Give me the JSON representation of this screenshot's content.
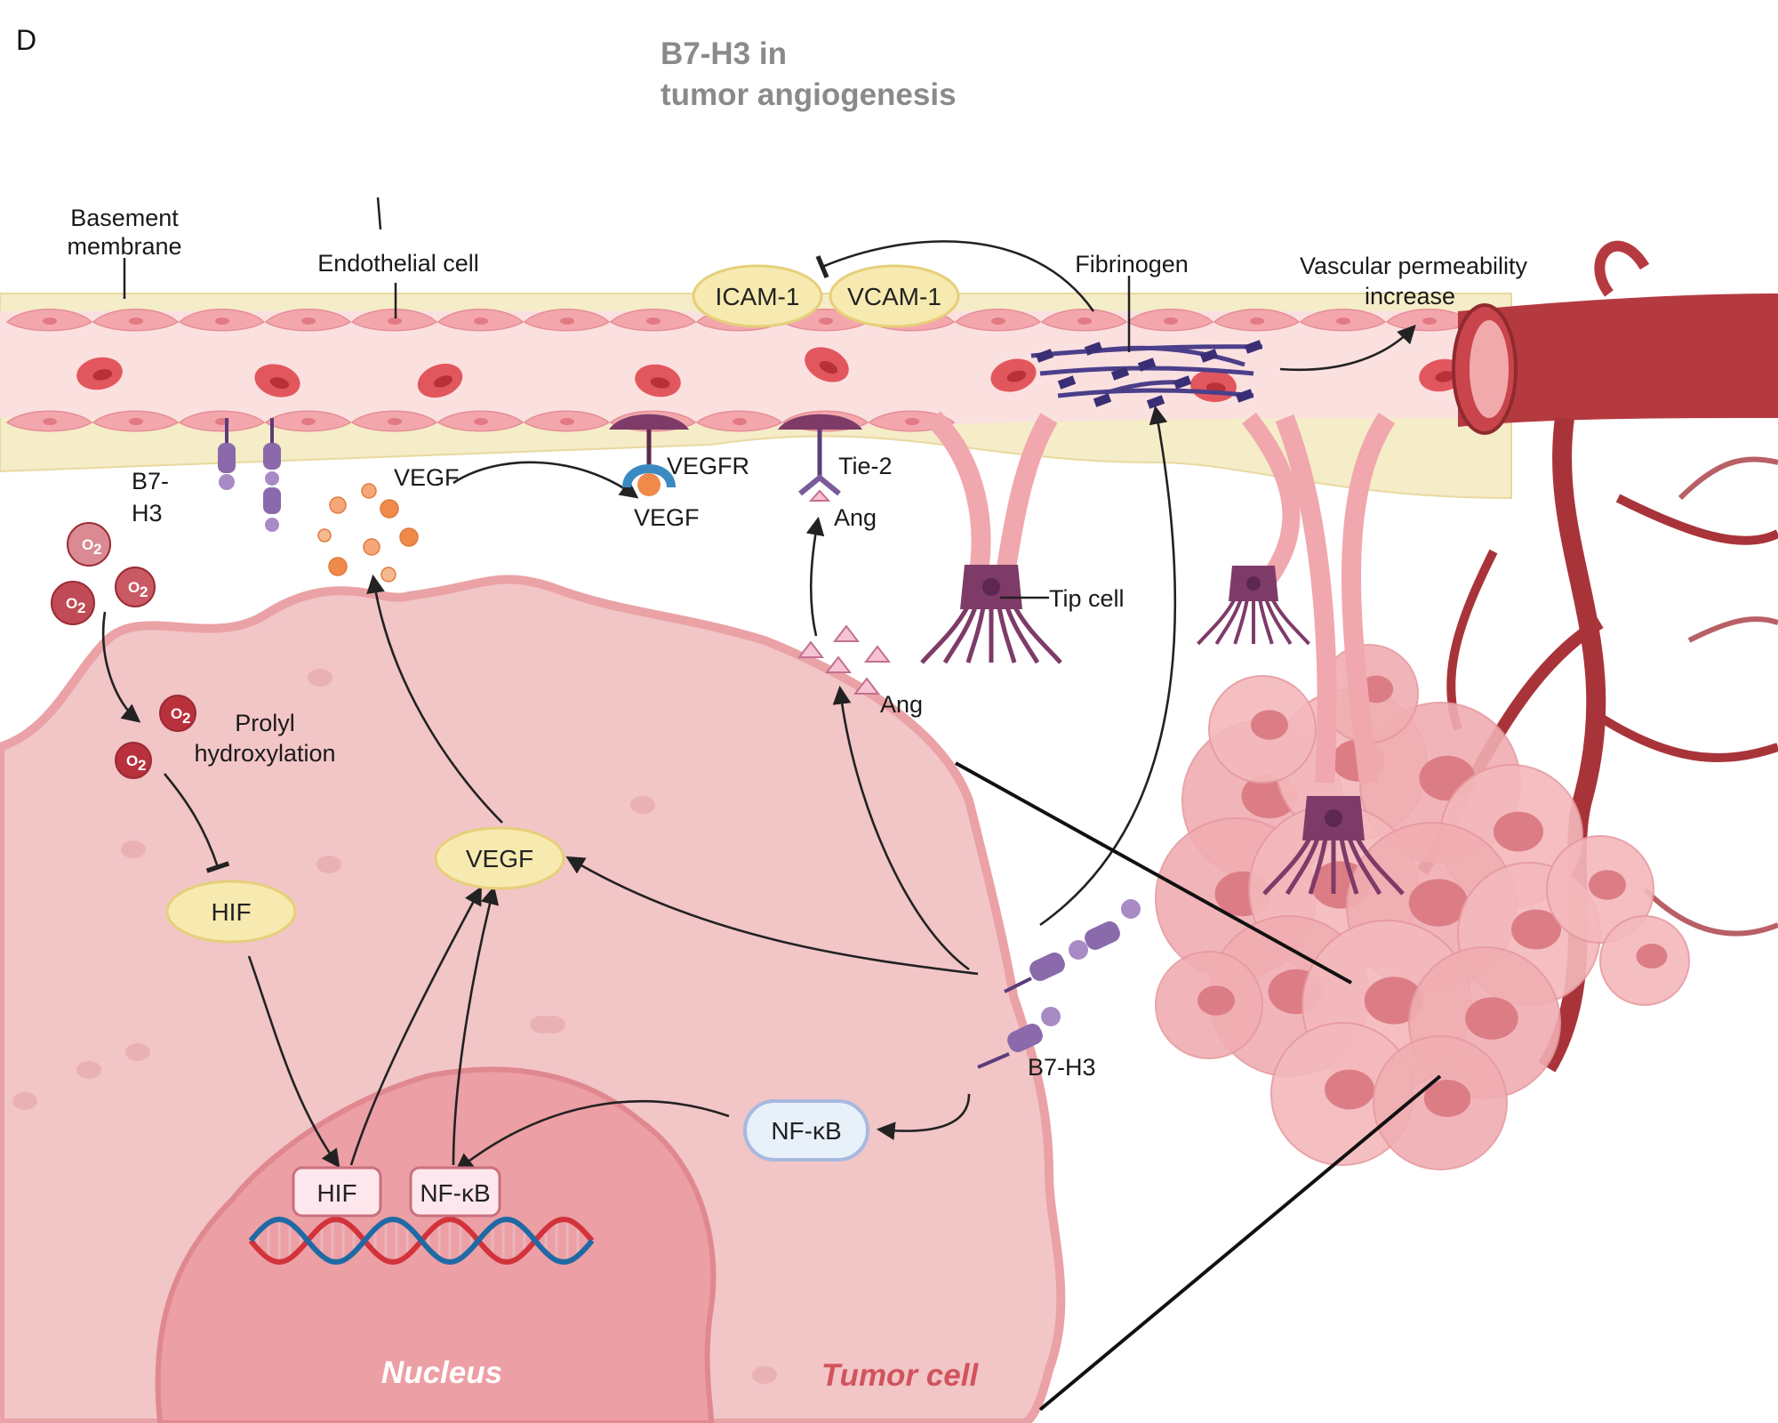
{
  "panel_letter": "D",
  "title_line1": "B7-H3 in",
  "title_line2": "tumor angiogenesis",
  "labels": {
    "basement_membrane_1": "Basement",
    "basement_membrane_2": "membrane",
    "endothelial_cell": "Endothelial cell",
    "fibrinogen": "Fibrinogen",
    "vascular_permeability_1": "Vascular permeability",
    "vascular_permeability_2": "increase",
    "b7h3_top_1": "B7-",
    "b7h3_top_2": "H3",
    "vegf_free": "VEGF",
    "vegfr": "VEGFR",
    "vegf_bound": "VEGF",
    "tie2": "Tie-2",
    "ang_bound": "Ang",
    "ang_free": "Ang",
    "tip_cell": "Tip cell",
    "prolyl_1": "Prolyl",
    "prolyl_2": "hydroxylation",
    "b7h3_tumor": "B7-H3",
    "nucleus": "Nucleus",
    "tumor_cell": "Tumor cell",
    "o2_text": "O",
    "o2_sub": "2"
  },
  "nodes": {
    "icam1": "ICAM-1",
    "vcam1": "VCAM-1",
    "vegf": "VEGF",
    "hif": "HIF",
    "nfkb": "NF-κB",
    "hif_dna": "HIF",
    "nfkb_dna": "NF-κB"
  },
  "colors": {
    "vessel_fill": "#fbe0e0",
    "endo_cell": "#f3a7ad",
    "basement": "#f5ecc8",
    "tumor_cell": "#f2c5c7",
    "tumor_border": "#eaa2a6",
    "nucleus": "#ec9fa5",
    "node_yellow": "#f7eab0",
    "node_yellow_stroke": "#e6cf7a",
    "dna_red": "#d2333a",
    "dna_blue": "#1f6aa5",
    "b7h3_purple": "#7a5a9a",
    "tip_cell": "#7e3b68",
    "fibrinogen": "#4b3f8a",
    "large_vessel": "#a8343a",
    "rbc": "#e2575d"
  }
}
